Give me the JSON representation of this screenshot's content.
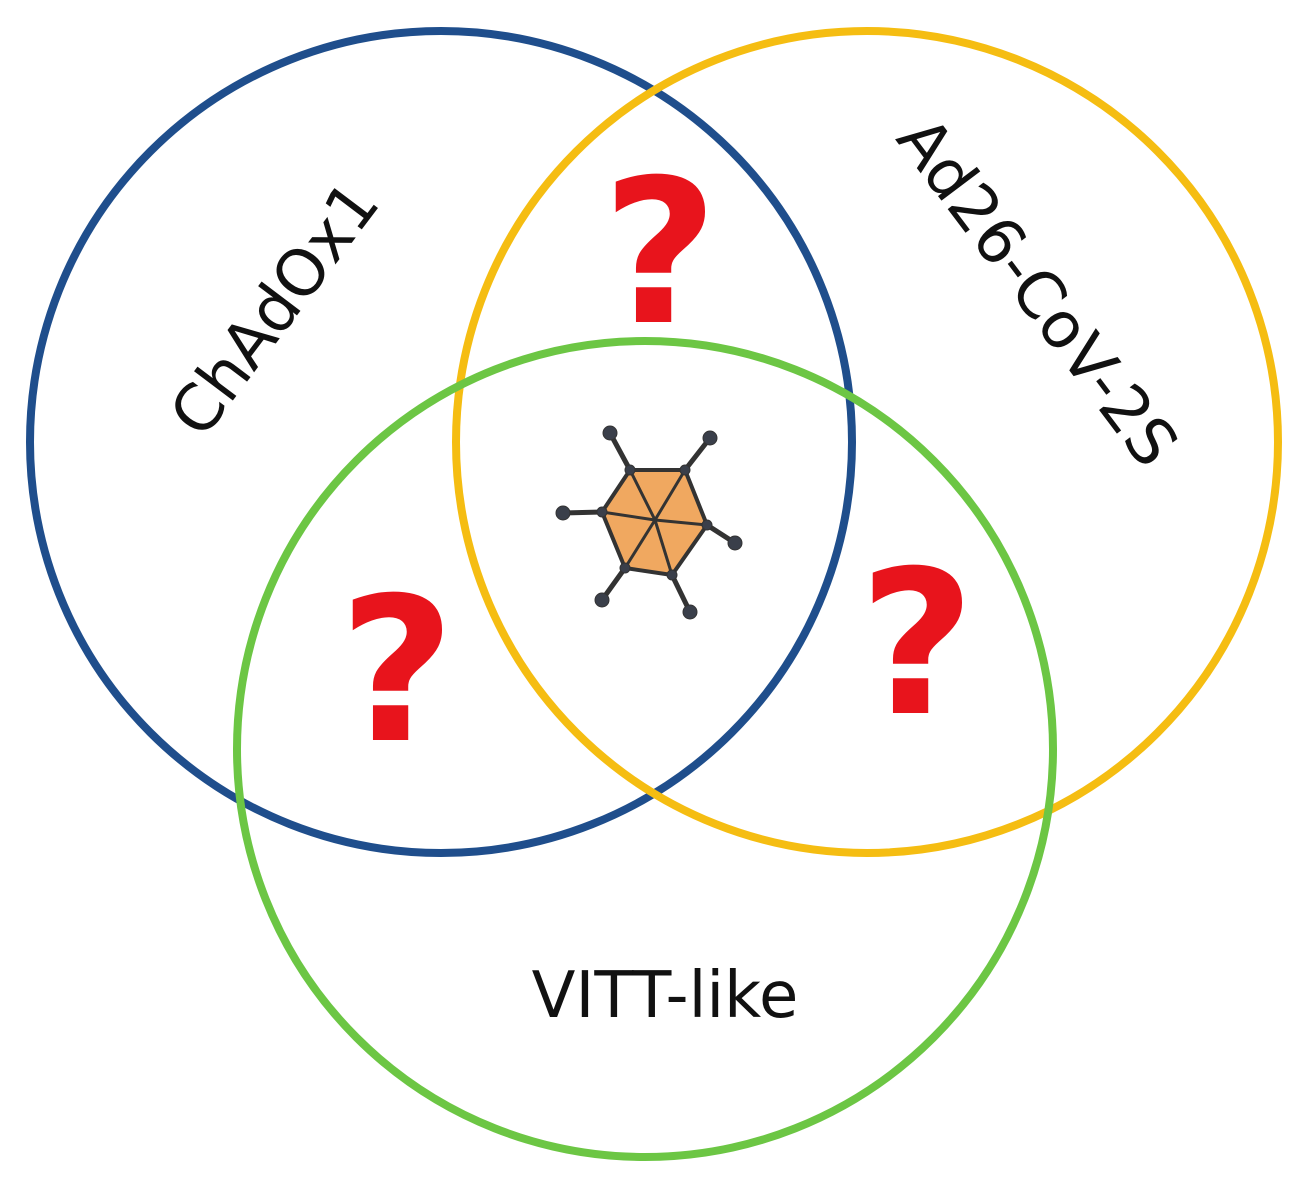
{
  "colors": {
    "chadox1": "#1f4e8c",
    "ad26": "#f5bd12",
    "vitt": "#6cc644",
    "question": "#e8141c",
    "capsid_fill": "#f0a860",
    "capsid_stroke": "#333333",
    "text": "#111111"
  },
  "sets": {
    "chadox1": {
      "label": "ChAdOx1"
    },
    "ad26": {
      "label": "Ad26-CoV-2S"
    },
    "vitt": {
      "label": "VITT-like"
    }
  },
  "regions": {
    "chadox1_ad26": {
      "mark": "?"
    },
    "chadox1_vitt": {
      "mark": "?"
    },
    "ad26_vitt": {
      "mark": "?"
    },
    "center": {
      "icon": "adenovirus-capsid-icon"
    }
  }
}
